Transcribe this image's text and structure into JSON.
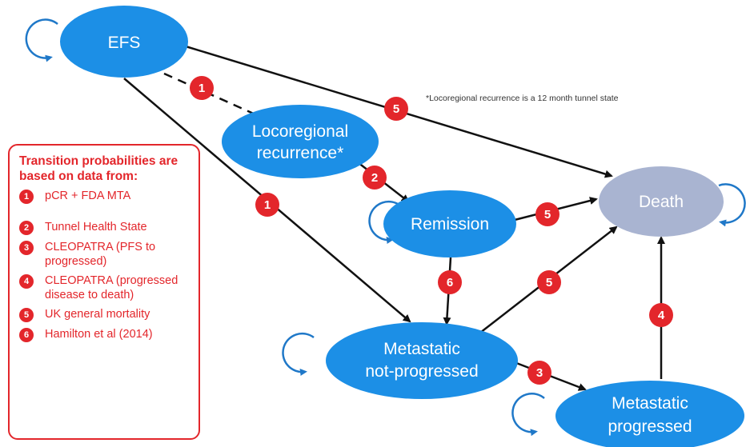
{
  "colors": {
    "node_blue": "#1c8fe6",
    "death_grey": "#a9b4d1",
    "badge_red": "#e3262b",
    "arrow": "#111111",
    "loop_blue": "#1f78c8"
  },
  "nodes": {
    "efs": "EFS",
    "locoregional": [
      "Locoregional",
      "recurrence*"
    ],
    "remission": "Remission",
    "death": "Death",
    "metastatic_np": [
      "Metastatic",
      "not-progressed"
    ],
    "metastatic_p": [
      "Metastatic",
      "progressed"
    ]
  },
  "badges": {
    "efs_to_locoregional": "1",
    "efs_to_metastatic": "1",
    "efs_to_death": "5",
    "locoregional_to_remission": "2",
    "remission_to_death": "5",
    "remission_to_metastatic": "6",
    "metastatic_np_to_death": "5",
    "metastatic_np_to_progressed": "3",
    "progressed_to_death": "4"
  },
  "footnote": "*Locoregional recurrence is a 12 month tunnel state",
  "legend": {
    "title": "Transition probabilities are based on data from:",
    "items": [
      {
        "num": "1",
        "text": "pCR + FDA MTA"
      },
      {
        "num": "2",
        "text": "Tunnel Health State"
      },
      {
        "num": "3",
        "text": "CLEOPATRA (PFS to progressed)"
      },
      {
        "num": "4",
        "text": "CLEOPATRA (progressed disease to death)"
      },
      {
        "num": "5",
        "text": "UK general mortality"
      },
      {
        "num": "6",
        "text": "Hamilton et al (2014)"
      }
    ]
  }
}
